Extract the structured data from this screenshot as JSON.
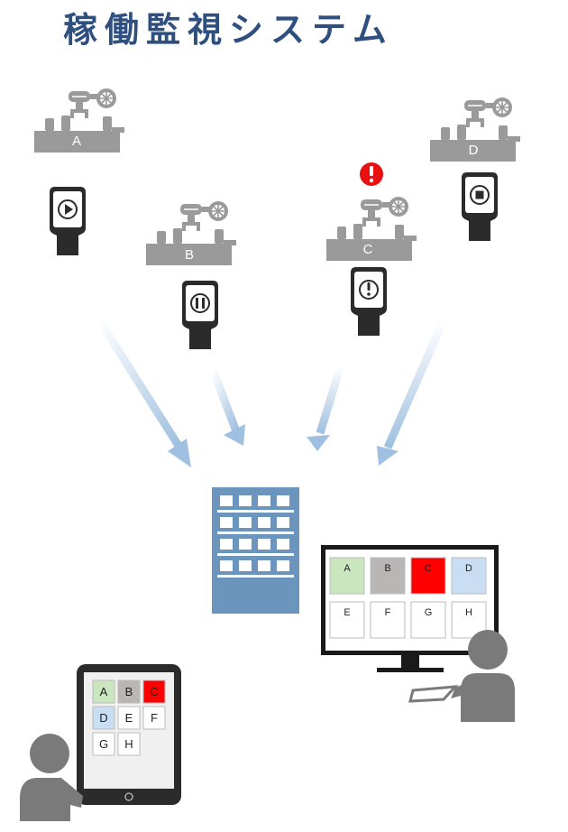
{
  "title": "稼働監視システム",
  "machines": [
    {
      "label": "A",
      "status": "running",
      "status_icon": "play-icon"
    },
    {
      "label": "B",
      "status": "paused",
      "status_icon": "pause-icon"
    },
    {
      "label": "C",
      "status": "error",
      "status_icon": "exclamation-icon",
      "alert_icon": "alert-icon"
    },
    {
      "label": "D",
      "status": "stopped",
      "status_icon": "stop-icon"
    }
  ],
  "monitor_grid": [
    "A",
    "B",
    "C",
    "D",
    "E",
    "F",
    "G",
    "H"
  ],
  "tablet_grid": [
    "A",
    "B",
    "C",
    "D",
    "E",
    "F",
    "G",
    "H"
  ],
  "status_colors": {
    "running": "#c9e6bf",
    "paused": "#b9b6b6",
    "error": "#ff0000",
    "stopped": "#c9def3",
    "idle": "#ffffff"
  },
  "colors": {
    "title": "#2f4f7f",
    "machine_gray": "#9a9a9a",
    "device_dark": "#2b2b2b",
    "building": "#6c95bd",
    "arrow": "#9fc0e0",
    "person": "#7a7a7a",
    "alert": "#e81010"
  }
}
